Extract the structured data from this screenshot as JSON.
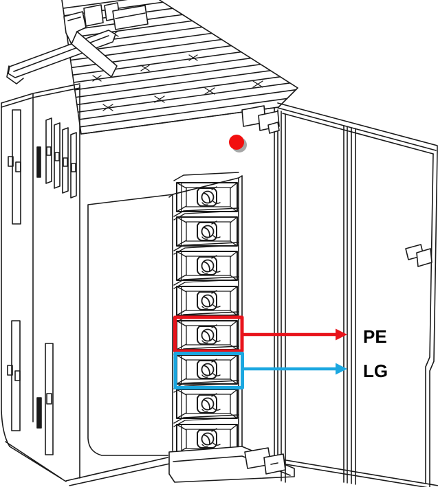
{
  "figure": {
    "description": "Line drawing of a PLC power-supply module with its terminal cover door swung open; a vertical strip of screw terminals is shown, with the fifth terminal outlined in red (PE) and the sixth outlined in blue (LG). A red LED dot is on the front face.",
    "terminal_count": 8
  },
  "led": {
    "color": "#f20f0f",
    "shadow_color": "#a6a6a6"
  },
  "annotations": {
    "pe": {
      "label": "PE",
      "color": "#e8131b"
    },
    "lg": {
      "label": "LG",
      "color": "#1ba7e0"
    }
  },
  "label_text_color": "#000000",
  "line_color": "#1a1a1a",
  "background_color": "#ffffff"
}
